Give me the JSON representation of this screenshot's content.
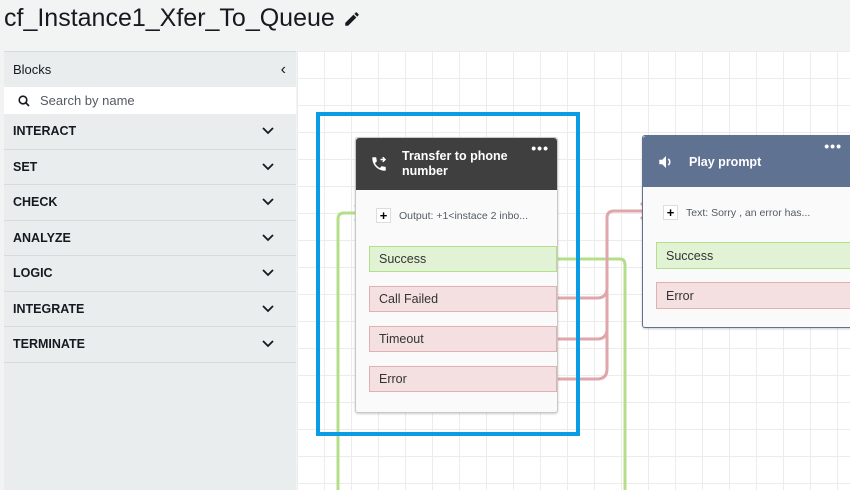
{
  "header": {
    "title": "cf_Instance1_Xfer_To_Queue",
    "edit_icon": "pencil-icon"
  },
  "sidebar": {
    "title": "Blocks",
    "search_placeholder": "Search by name",
    "categories": [
      "INTERACT",
      "SET",
      "CHECK",
      "ANALYZE",
      "LOGIC",
      "INTEGRATE",
      "TERMINATE"
    ]
  },
  "blocks": [
    {
      "title": "Transfer to phone number",
      "icon": "phone-transfer-icon",
      "header_color": "#3f3f3f",
      "input": "Output: +1<instace 2 inbo...",
      "branches": [
        "Success",
        "Call Failed",
        "Timeout",
        "Error"
      ]
    },
    {
      "title": "Play prompt",
      "icon": "speaker-icon",
      "header_color": "#5f7291",
      "input": "Text: Sorry , an error has...",
      "branches": [
        "Success",
        "Error"
      ]
    }
  ],
  "colors": {
    "selection": "#0a9ce4",
    "success": "#b4df8a",
    "error": "#dfa6ab"
  }
}
